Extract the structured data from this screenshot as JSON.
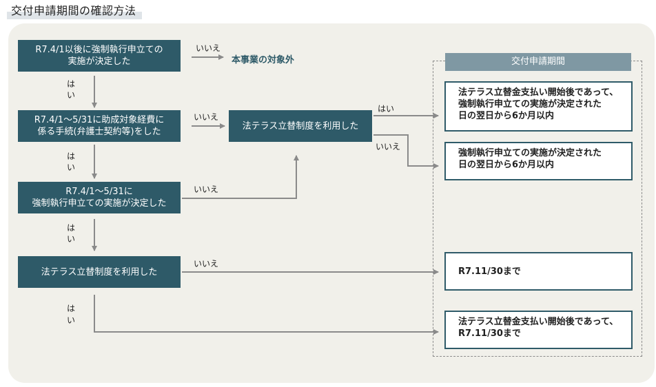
{
  "title": "交付申請期間の確認方法",
  "boxes": {
    "q1": {
      "line1": "R7.4/1以後に強制執行申立ての",
      "line2": "実施が決定した"
    },
    "q2": {
      "line1": "R7.4/1～5/31に助成対象経費に",
      "line2": "係る手続(弁護士契約等)をした"
    },
    "q3": {
      "line1": "R7.4/1～5/31に",
      "line2": "強制執行申立ての実施が決定した"
    },
    "q4": {
      "line1": "法テラス立替制度を利用した"
    },
    "q5": {
      "line1": "法テラス立替制度を利用した"
    }
  },
  "labels": {
    "yes_v1": "は",
    "yes_v2": "い",
    "yes": "はい",
    "no": "いいえ"
  },
  "excluded": "本事業の対象外",
  "period": {
    "header": "交付申請期間",
    "r1": {
      "line1": "法テラス立替金支払い開始後であって、",
      "line2": "強制執行申立ての実施が決定された",
      "line3": "日の翌日から6か月以内"
    },
    "r2": {
      "line1": "強制執行申立ての実施が決定された",
      "line2": "日の翌日から6か月以内"
    },
    "r3": {
      "line1": "R7.11/30まで"
    },
    "r4": {
      "line1": "法テラス立替金支払い開始後であって、",
      "line2": "R7.11/30まで"
    }
  },
  "colors": {
    "box": "#2e5a68",
    "header": "#7f98a3",
    "panel": "#f1f0ea",
    "line": "#8a8a8a"
  }
}
